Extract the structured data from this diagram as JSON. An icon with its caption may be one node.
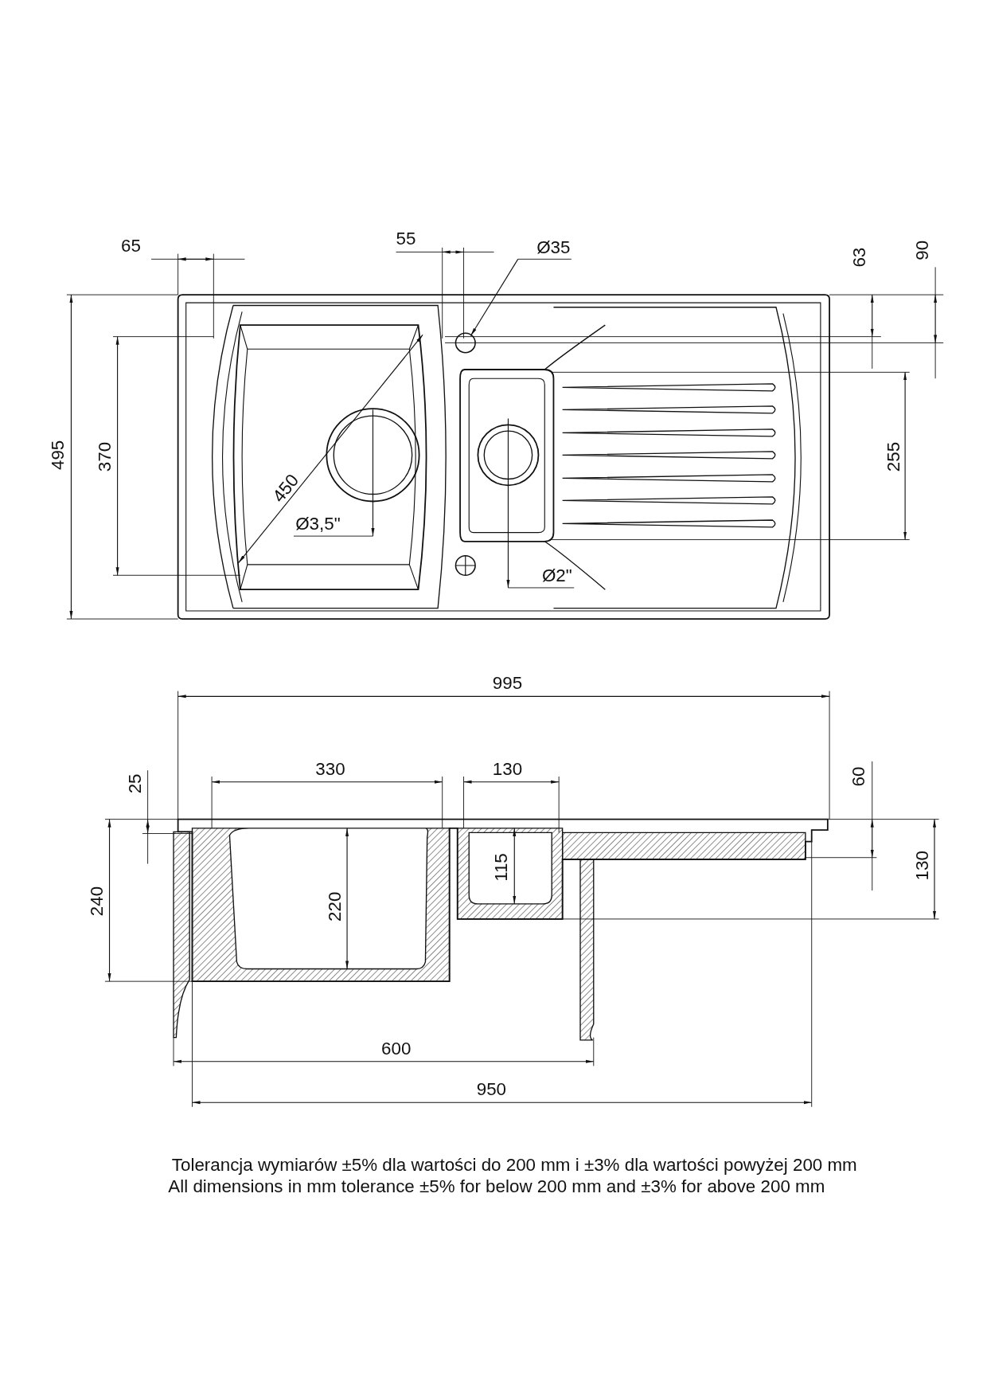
{
  "diagram": {
    "labels": [
      "65",
      "55",
      "Ø35",
      "63",
      "90",
      "495",
      "370",
      "450",
      "Ø3,5\"",
      "255",
      "Ø2\"",
      "995",
      "330",
      "130",
      "25",
      "60",
      "240",
      "220",
      "115",
      "130",
      "600",
      "950",
      "Tolerancja wymiarów ±5% dla wartości do 200 mm i ±3% dla wartości powyżej 200 mm",
      "All dimensions in mm tolerance ±5% for below 200 mm and ±3% for above 200 mm"
    ]
  }
}
